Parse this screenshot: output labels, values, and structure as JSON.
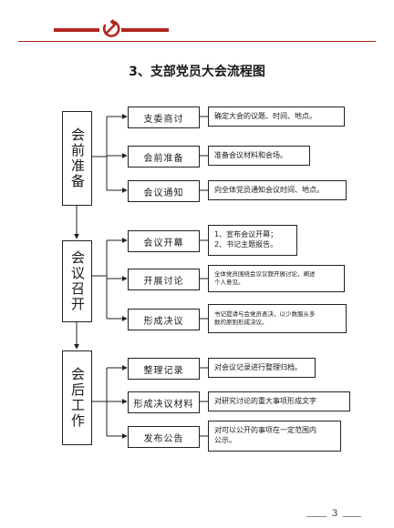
{
  "header": {
    "title": "3、支部党员大会流程图"
  },
  "emblem_icon": "hammer-and-sickle-icon",
  "accent_color": "#b3261e",
  "phases": [
    {
      "label": "会前准备",
      "steps": [
        {
          "label": "支委商讨",
          "desc": [
            "确定大会的议题、时间、地点。"
          ]
        },
        {
          "label": "会前准备",
          "desc": [
            "准备会议材料和会场。"
          ]
        },
        {
          "label": "会议通知",
          "desc": [
            "向全体党员通知会议时间、地点。"
          ]
        }
      ]
    },
    {
      "label": "会议召开",
      "steps": [
        {
          "label": "会议开幕",
          "desc": [
            "1、宣布会议开幕；",
            "2、书记主题报告。"
          ]
        },
        {
          "label": "开展讨论",
          "desc": [
            "全体党员围绕会议议题开展讨论，阐述",
            "个人意见。"
          ]
        },
        {
          "label": "形成决议",
          "desc": [
            "书记提请与会党员表决，以少数服从多",
            "数的原则形成决议。"
          ]
        }
      ]
    },
    {
      "label": "会后工作",
      "steps": [
        {
          "label": "整理记录",
          "desc": [
            "对会议记录进行整理归档。"
          ]
        },
        {
          "label": "形成决议材料",
          "desc": [
            "对研究讨论的重大事项形成文字"
          ]
        },
        {
          "label": "发布公告",
          "desc": [
            "对可以公开的事项在一定范围内",
            "公示。"
          ]
        }
      ]
    }
  ],
  "footer": {
    "page_number": "3"
  }
}
